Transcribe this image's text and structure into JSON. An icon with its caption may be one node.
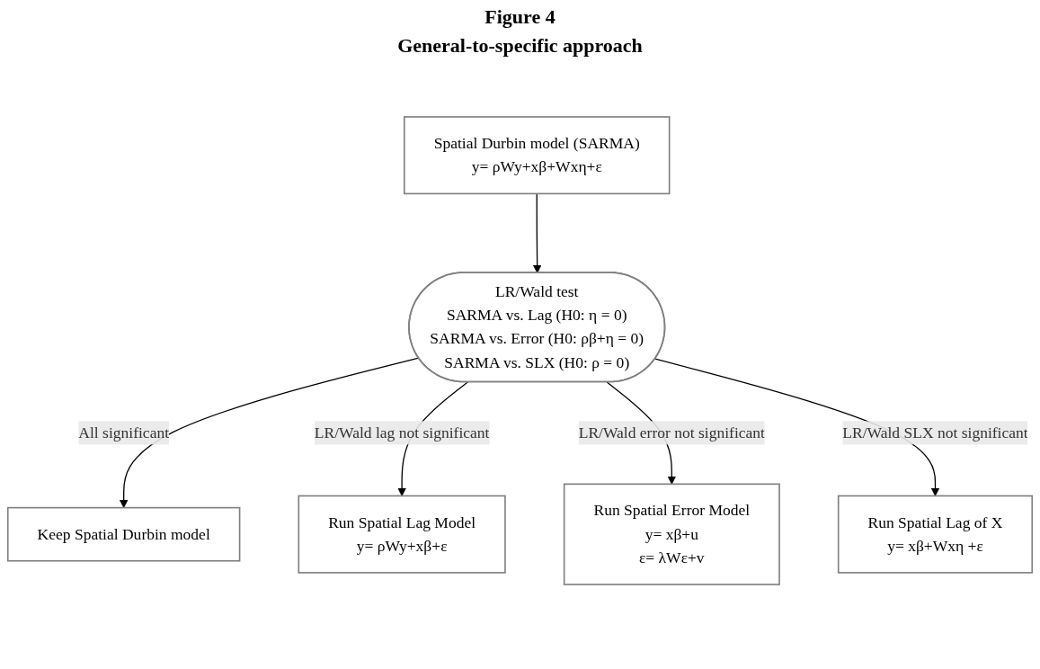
{
  "diagram": {
    "title": "Figure 4",
    "nodes": [
      {
        "text": [
          "Spatial Durbin model (SARMA)",
          "y= ρWy+xβ+Wxη+ε"
        ]
      },
      {
        "text": [
          "LR/Wald test",
          "SARMA vs. Lag (H0: η = 0)",
          "SARMA vs. Error (H0: ρβ+η = 0)",
          "SARMA vs. SLX (H0: ρ = 0)"
        ]
      },
      {
        "text": [
          "Keep Spatial Durbin model"
        ]
      },
      {
        "text": [
          "Run Spatial Lag Model",
          "y= ρWy+xβ+ε"
        ]
      },
      {
        "text": [
          "Run Spatial Error Model",
          "y= xβ+u",
          "ε= λWε+v"
        ]
      },
      {
        "text": [
          "Run Spatial Lag of X",
          "y= xβ+Wxη +ε"
        ]
      }
    ],
    "edges": [
      {
        "from": 0,
        "to": 1,
        "arrow": "to"
      },
      {
        "from": 1,
        "to": 2,
        "arrow": "to",
        "label": "All significant"
      },
      {
        "from": 1,
        "to": 3,
        "arrow": "to",
        "label": "LR/Wald lag not significant"
      },
      {
        "from": 1,
        "to": 4,
        "arrow": "to",
        "label": "LR/Wald error not significant"
      },
      {
        "from": 1,
        "to": 5,
        "arrow": "to",
        "label": "LR/Wald SLX not significant"
      }
    ],
    "labels": [
      "General-to-specific approach"
    ]
  }
}
